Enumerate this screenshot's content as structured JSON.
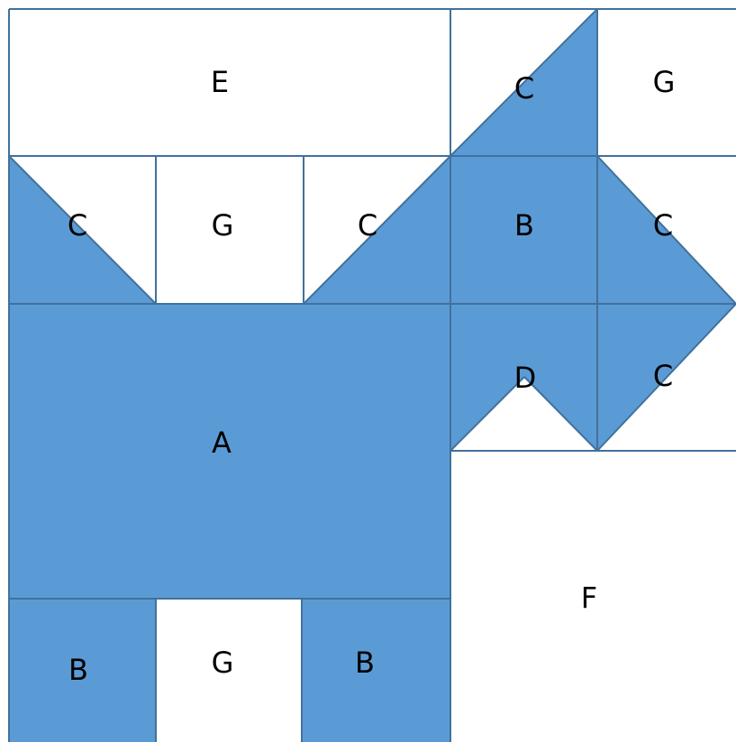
{
  "colors": {
    "fill": "#5b9bd5",
    "stroke": "#41719c",
    "background": "#ffffff",
    "label": "#000000"
  },
  "labels": {
    "e_top": "E",
    "c_top": "C",
    "g_top": "G",
    "c_row2_1": "C",
    "g_row2": "G",
    "c_row2_2": "C",
    "b_row2": "B",
    "c_row2_3": "C",
    "a": "A",
    "d": "D",
    "c_row3": "C",
    "b_bottom_1": "B",
    "g_bottom": "G",
    "b_bottom_2": "B",
    "f": "F"
  }
}
